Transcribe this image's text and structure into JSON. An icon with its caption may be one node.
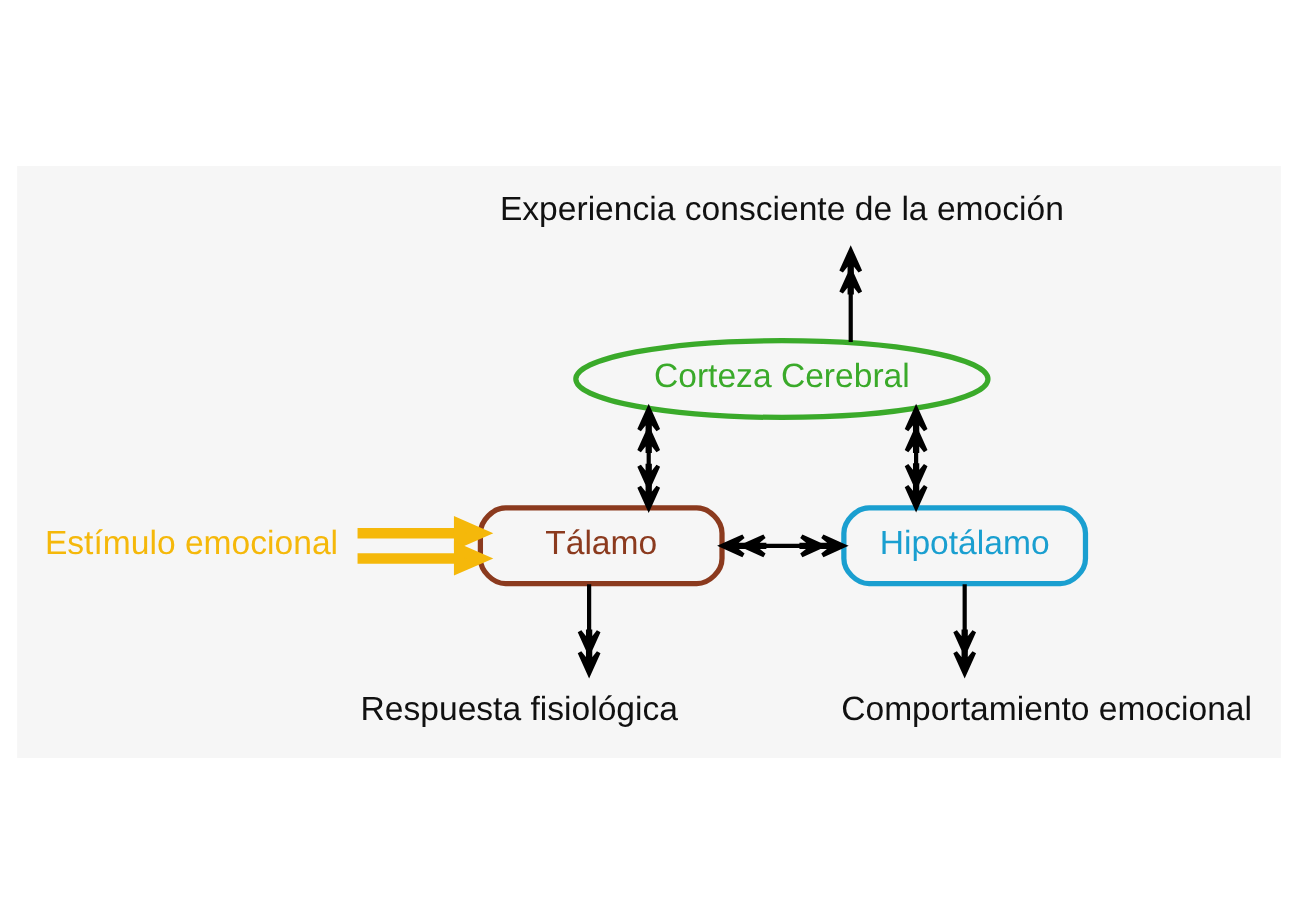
{
  "diagram": {
    "nodes": [
      {
        "text": [
          "Experiencia consciente de la emoción"
        ]
      },
      {
        "text": [
          "Corteza Cerebral"
        ]
      },
      {
        "text": [
          "Estímulo emocional"
        ]
      },
      {
        "text": [
          "Tálamo"
        ]
      },
      {
        "text": [
          "Hipotálamo"
        ]
      },
      {
        "text": [
          "Respuesta fisiológica"
        ]
      },
      {
        "text": [
          "Comportamiento emocional"
        ]
      }
    ],
    "edges": [
      {
        "from": 1,
        "to": 0,
        "arrow": "to"
      },
      {
        "from": 3,
        "to": 1,
        "arrow": "both"
      },
      {
        "from": 1,
        "to": 4,
        "arrow": "both"
      },
      {
        "from": 3,
        "to": 4,
        "arrow": "both"
      },
      {
        "from": 2,
        "to": 3,
        "arrow": "to",
        "style": "thick",
        "color": "#f5b80a"
      },
      {
        "from": 2,
        "to": 3,
        "arrow": "to",
        "style": "thick",
        "color": "#f5b80a"
      },
      {
        "from": 3,
        "to": 5,
        "arrow": "to"
      },
      {
        "from": 4,
        "to": 6,
        "arrow": "to"
      }
    ]
  }
}
